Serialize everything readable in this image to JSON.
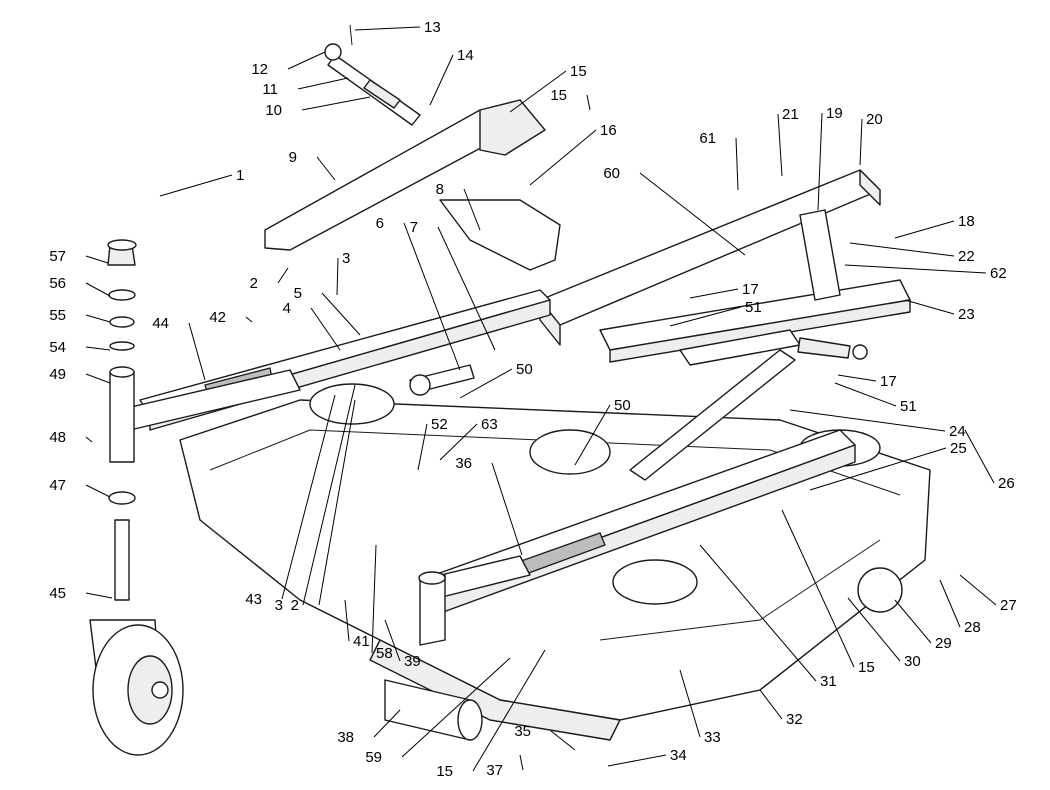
{
  "diagram": {
    "callouts": [
      {
        "label": "1"
      },
      {
        "label": "2"
      },
      {
        "label": "2"
      },
      {
        "label": "3"
      },
      {
        "label": "3"
      },
      {
        "label": "4"
      },
      {
        "label": "5"
      },
      {
        "label": "6"
      },
      {
        "label": "7"
      },
      {
        "label": "8"
      },
      {
        "label": "9"
      },
      {
        "label": "10"
      },
      {
        "label": "11"
      },
      {
        "label": "12"
      },
      {
        "label": "13"
      },
      {
        "label": "14"
      },
      {
        "label": "15"
      },
      {
        "label": "15"
      },
      {
        "label": "15"
      },
      {
        "label": "15"
      },
      {
        "label": "16"
      },
      {
        "label": "17"
      },
      {
        "label": "17"
      },
      {
        "label": "18"
      },
      {
        "label": "19"
      },
      {
        "label": "20"
      },
      {
        "label": "21"
      },
      {
        "label": "22"
      },
      {
        "label": "23"
      },
      {
        "label": "24"
      },
      {
        "label": "25"
      },
      {
        "label": "26"
      },
      {
        "label": "27"
      },
      {
        "label": "28"
      },
      {
        "label": "29"
      },
      {
        "label": "30"
      },
      {
        "label": "31"
      },
      {
        "label": "32"
      },
      {
        "label": "33"
      },
      {
        "label": "34"
      },
      {
        "label": "35"
      },
      {
        "label": "36"
      },
      {
        "label": "37"
      },
      {
        "label": "38"
      },
      {
        "label": "39"
      },
      {
        "label": "41"
      },
      {
        "label": "42"
      },
      {
        "label": "43"
      },
      {
        "label": "44"
      },
      {
        "label": "45"
      },
      {
        "label": "47"
      },
      {
        "label": "48"
      },
      {
        "label": "49"
      },
      {
        "label": "50"
      },
      {
        "label": "50"
      },
      {
        "label": "51"
      },
      {
        "label": "51"
      },
      {
        "label": "52"
      },
      {
        "label": "54"
      },
      {
        "label": "55"
      },
      {
        "label": "56"
      },
      {
        "label": "57"
      },
      {
        "label": "58"
      },
      {
        "label": "59"
      },
      {
        "label": "60"
      },
      {
        "label": "61"
      },
      {
        "label": "62"
      },
      {
        "label": "63"
      }
    ]
  }
}
